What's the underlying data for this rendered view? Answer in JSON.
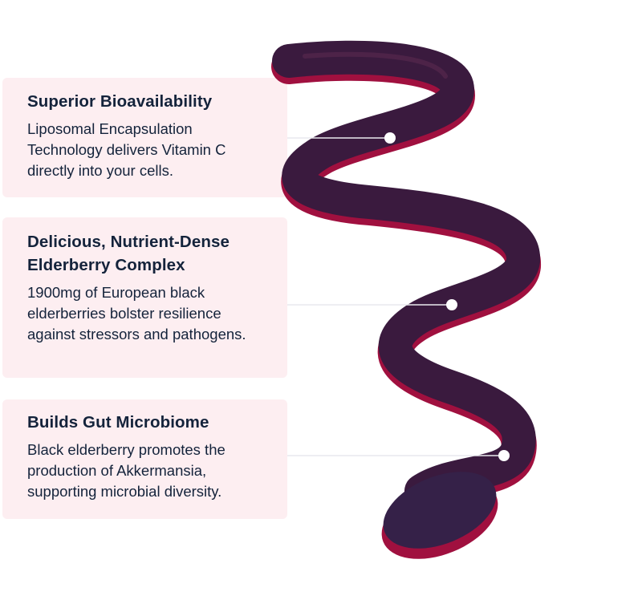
{
  "features": [
    {
      "title": "Superior Bioavailability",
      "body": "Liposomal Encapsulation Technology delivers Vitamin C directly into your cells."
    },
    {
      "title": "Delicious, Nutrient-Dense Elderberry Complex",
      "body": "1900mg of European black elderberries bolster resilience against stressors and pathogens."
    },
    {
      "title": "Builds Gut Microbiome",
      "body": "Black elderberry promotes the production of Akkermansia, supporting microbial diversity."
    }
  ],
  "colors": {
    "card_bg": "#fdeef1",
    "text": "#14233b",
    "syrup": "#3a1a3e",
    "syrup_edge": "#a0103f"
  }
}
